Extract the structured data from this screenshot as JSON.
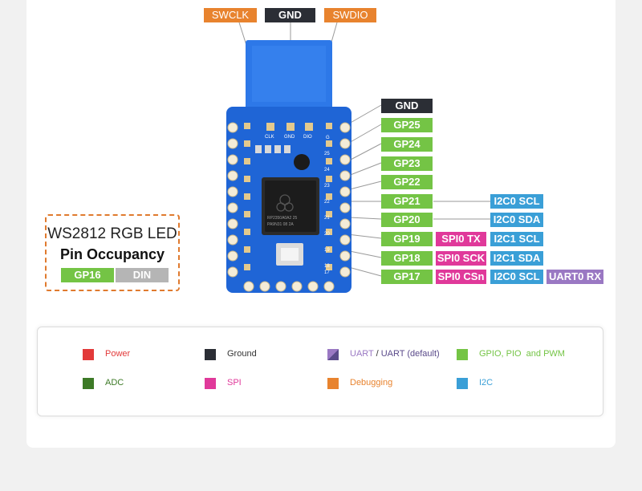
{
  "colors": {
    "debug": "#e8832e",
    "ground": "#2b2e35",
    "gpio": "#74c445",
    "spi": "#e0399a",
    "i2c": "#3a9fd7",
    "uart": "#9a78c3",
    "power": "#e23a3a",
    "adc": "#3d7a27",
    "board": "#1f65d6"
  },
  "top_pins": [
    "SWCLK",
    "GND",
    "SWDIO"
  ],
  "silk": {
    "clk": "CLK",
    "gnd": "GND",
    "dio": "DIO",
    "g": "G",
    "n25": "25",
    "n24": "24",
    "n23": "23",
    "n22": "22",
    "n21": "21",
    "n20": "20",
    "n19": "19",
    "n18": "18",
    "n17": "17",
    "chip1": "RP2350A0A2 25",
    "chip2": "PA9N31 08 2A"
  },
  "right_pins": [
    {
      "pin": "GND"
    },
    {
      "pin": "GP25"
    },
    {
      "pin": "GP24"
    },
    {
      "pin": "GP23"
    },
    {
      "pin": "GP22"
    },
    {
      "pin": "GP21",
      "f1": "I2C0 SCL"
    },
    {
      "pin": "GP20",
      "f1": "I2C0 SDA"
    },
    {
      "pin": "GP19",
      "spi": "SPI0 TX",
      "f1": "I2C1 SCL"
    },
    {
      "pin": "GP18",
      "spi": "SPI0 SCK",
      "f1": "I2C1 SDA"
    },
    {
      "pin": "GP17",
      "spi": "SPI0 CSn",
      "f1": "I2C0 SCL",
      "uart": "UART0 RX"
    }
  ],
  "led_box": {
    "title": "WS2812 RGB LED",
    "subtitle": "Pin Occupancy",
    "pin": "GP16",
    "signal": "DIN"
  },
  "legend": {
    "power": "Power",
    "ground": "Ground",
    "uart_a": "UART",
    "uart_sep": " / ",
    "uart_b": "UART (default)",
    "gpio": "GPIO, PIO  and PWM",
    "adc": "ADC",
    "spi": "SPI",
    "debug": "Debugging",
    "i2c": "I2C"
  }
}
